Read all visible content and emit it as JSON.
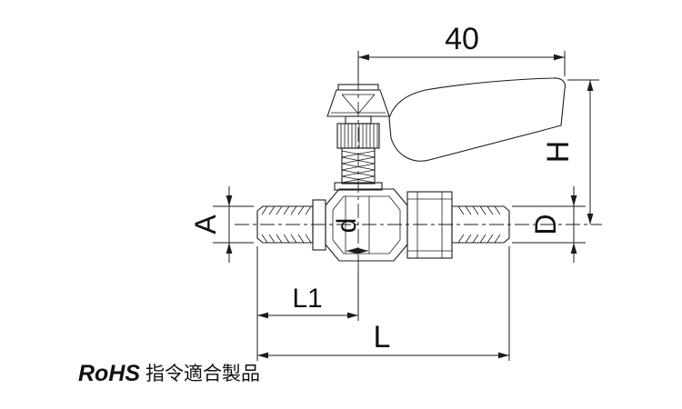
{
  "drawing": {
    "kind": "ball-valve-side-elevation",
    "line_color": "#1c1c1c",
    "background": "#ffffff"
  },
  "dimensions": {
    "handle_length": "40",
    "height": "H",
    "port_a": "A",
    "bore": "d",
    "port_d": "D",
    "length_l1": "L1",
    "length_total": "L"
  },
  "footer": {
    "rohs": "RoHS",
    "compliance": "指令適合製品"
  }
}
